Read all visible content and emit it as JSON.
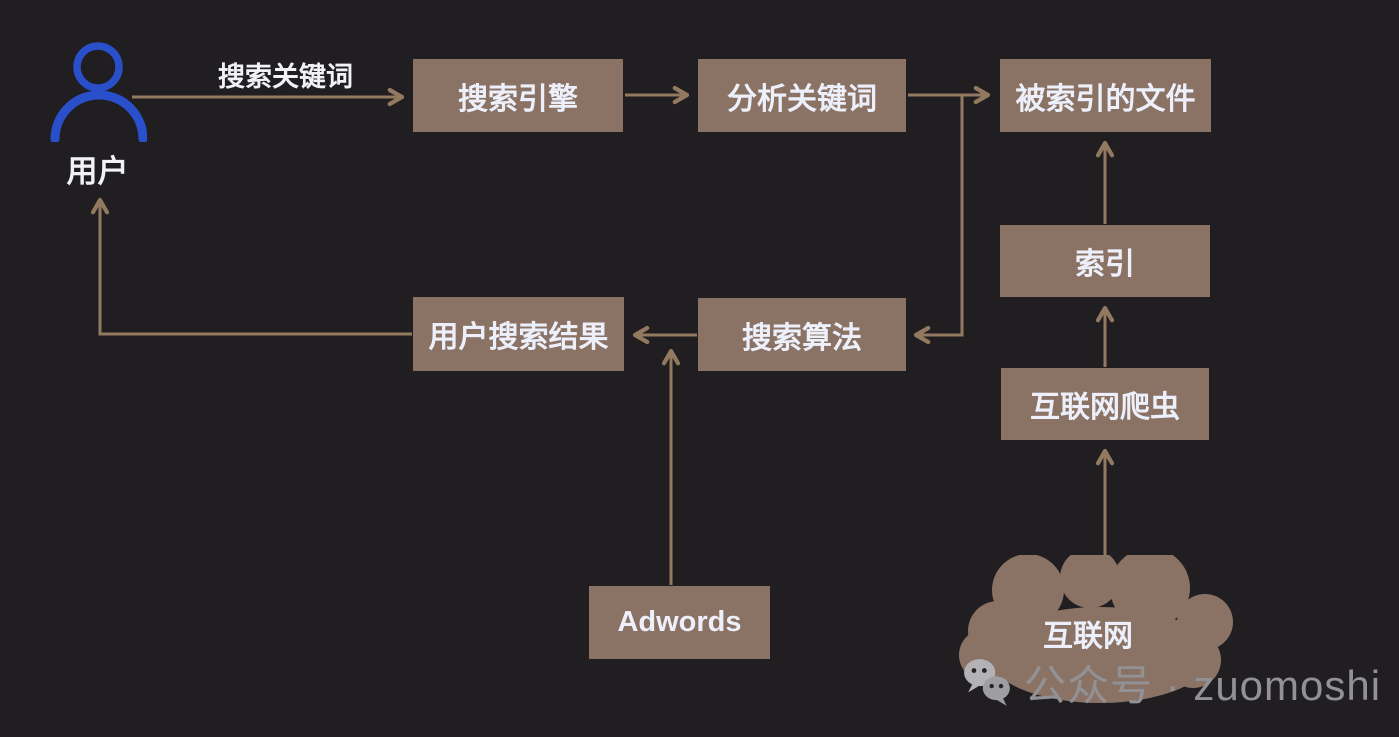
{
  "colors": {
    "background": "#201e20",
    "node_fill": "#8a7365",
    "arrow": "#93795f",
    "node_text": "#edf0fa",
    "user_icon_blue": "#2a4fcb",
    "watermark_grey": "#929296"
  },
  "diagram": {
    "user_label": "用户",
    "user_icon": "user-icon",
    "edge_labels": {
      "search_keywords": "搜索关键词"
    },
    "nodes": {
      "search_engine": "搜索引擎",
      "analyze_keywords": "分析关键词",
      "indexed_files": "被索引的文件",
      "index": "索引",
      "web_crawler": "互联网爬虫",
      "user_search_results": "用户搜索结果",
      "search_algorithm": "搜索算法",
      "adwords": "Adwords"
    },
    "cloud_label": "互联网"
  },
  "watermark": {
    "icon": "wechat-icon",
    "text": "公众号 · zuomoshi"
  }
}
